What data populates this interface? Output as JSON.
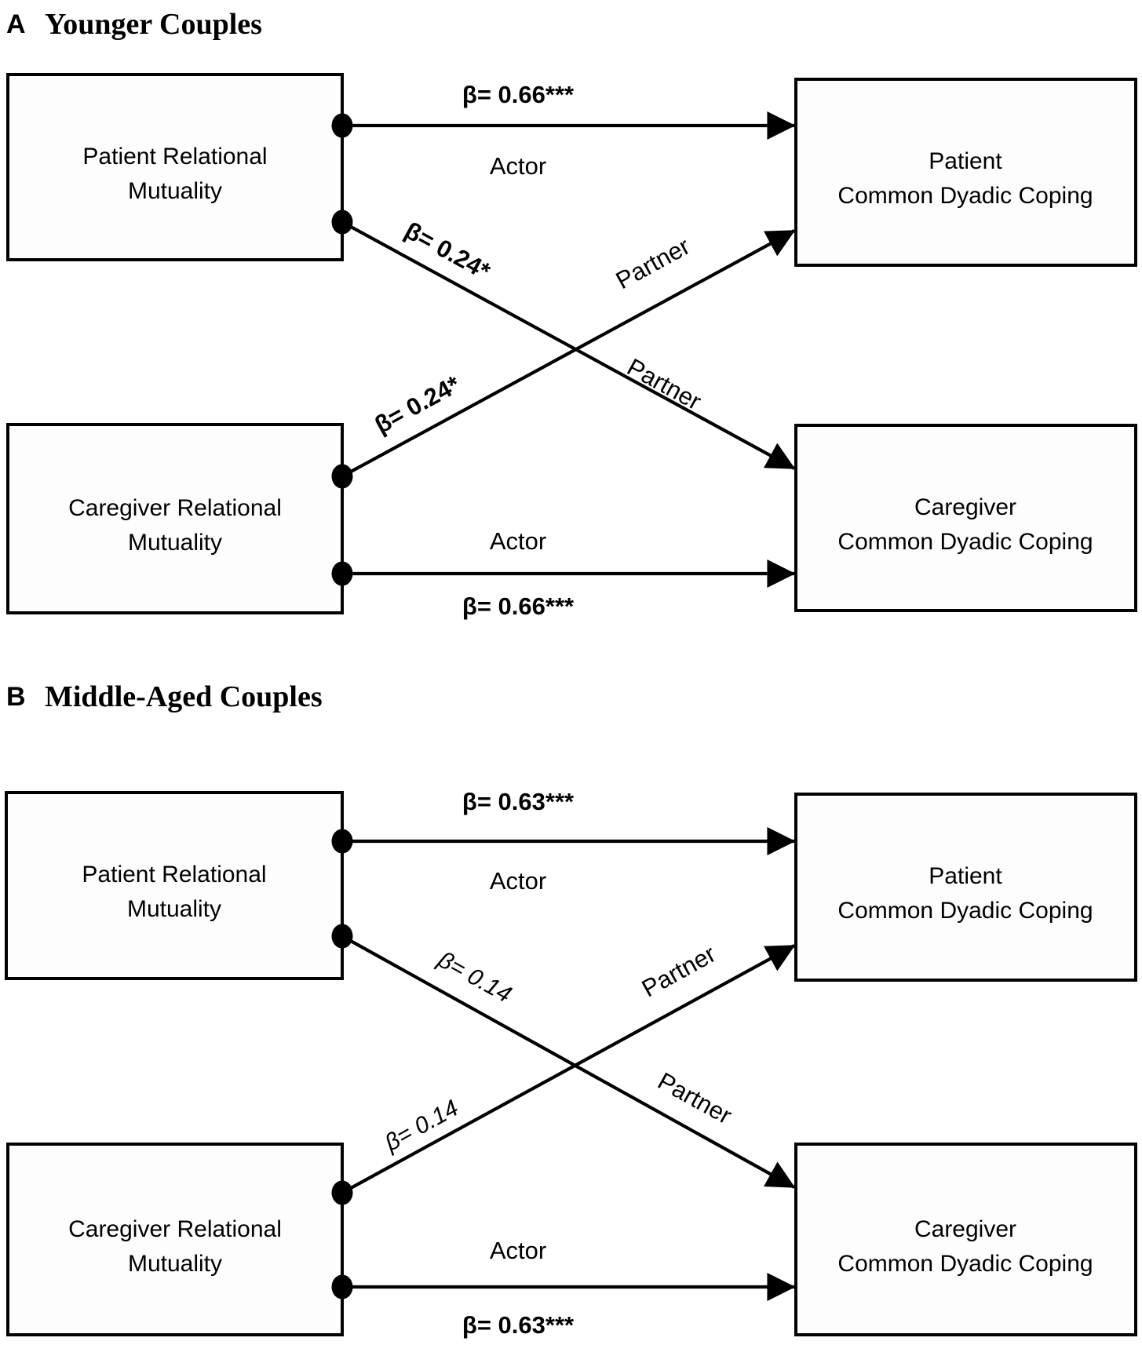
{
  "figure": {
    "colors": {
      "line": "#000000",
      "box_fill": "#fdfdfd",
      "background": "#ffffff"
    },
    "panels": [
      {
        "letter": "A",
        "title": "Younger Couples",
        "boxes": {
          "patient_rm": {
            "line1": "Patient Relational",
            "line2": "Mutuality"
          },
          "caregiver_rm": {
            "line1": "Caregiver Relational",
            "line2": "Mutuality"
          },
          "patient_cdc": {
            "line1": "Patient",
            "line2": "Common Dyadic Coping"
          },
          "caregiver_cdc": {
            "line1": "Caregiver",
            "line2": "Common Dyadic Coping"
          }
        },
        "paths": {
          "actor_patient": {
            "beta": "β= 0.66***",
            "label": "Actor"
          },
          "partner_patient_to_caregiver": {
            "beta": "β= 0.24*",
            "label": "Partner"
          },
          "partner_caregiver_to_patient": {
            "beta": "β= 0.24*",
            "label": "Partner"
          },
          "actor_caregiver": {
            "beta": "β= 0.66***",
            "label": "Actor"
          }
        }
      },
      {
        "letter": "B",
        "title": "Middle-Aged Couples",
        "boxes": {
          "patient_rm": {
            "line1": "Patient Relational",
            "line2": "Mutuality"
          },
          "caregiver_rm": {
            "line1": "Caregiver Relational",
            "line2": "Mutuality"
          },
          "patient_cdc": {
            "line1": "Patient",
            "line2": "Common Dyadic Coping"
          },
          "caregiver_cdc": {
            "line1": "Caregiver",
            "line2": "Common Dyadic Coping"
          }
        },
        "paths": {
          "actor_patient": {
            "beta": "β= 0.63***",
            "label": "Actor"
          },
          "partner_patient_to_caregiver": {
            "beta": "β= 0.14",
            "label": "Partner"
          },
          "partner_caregiver_to_patient": {
            "beta": "β= 0.14",
            "label": "Partner"
          },
          "actor_caregiver": {
            "beta": "β= 0.63***",
            "label": "Actor"
          }
        }
      }
    ]
  }
}
